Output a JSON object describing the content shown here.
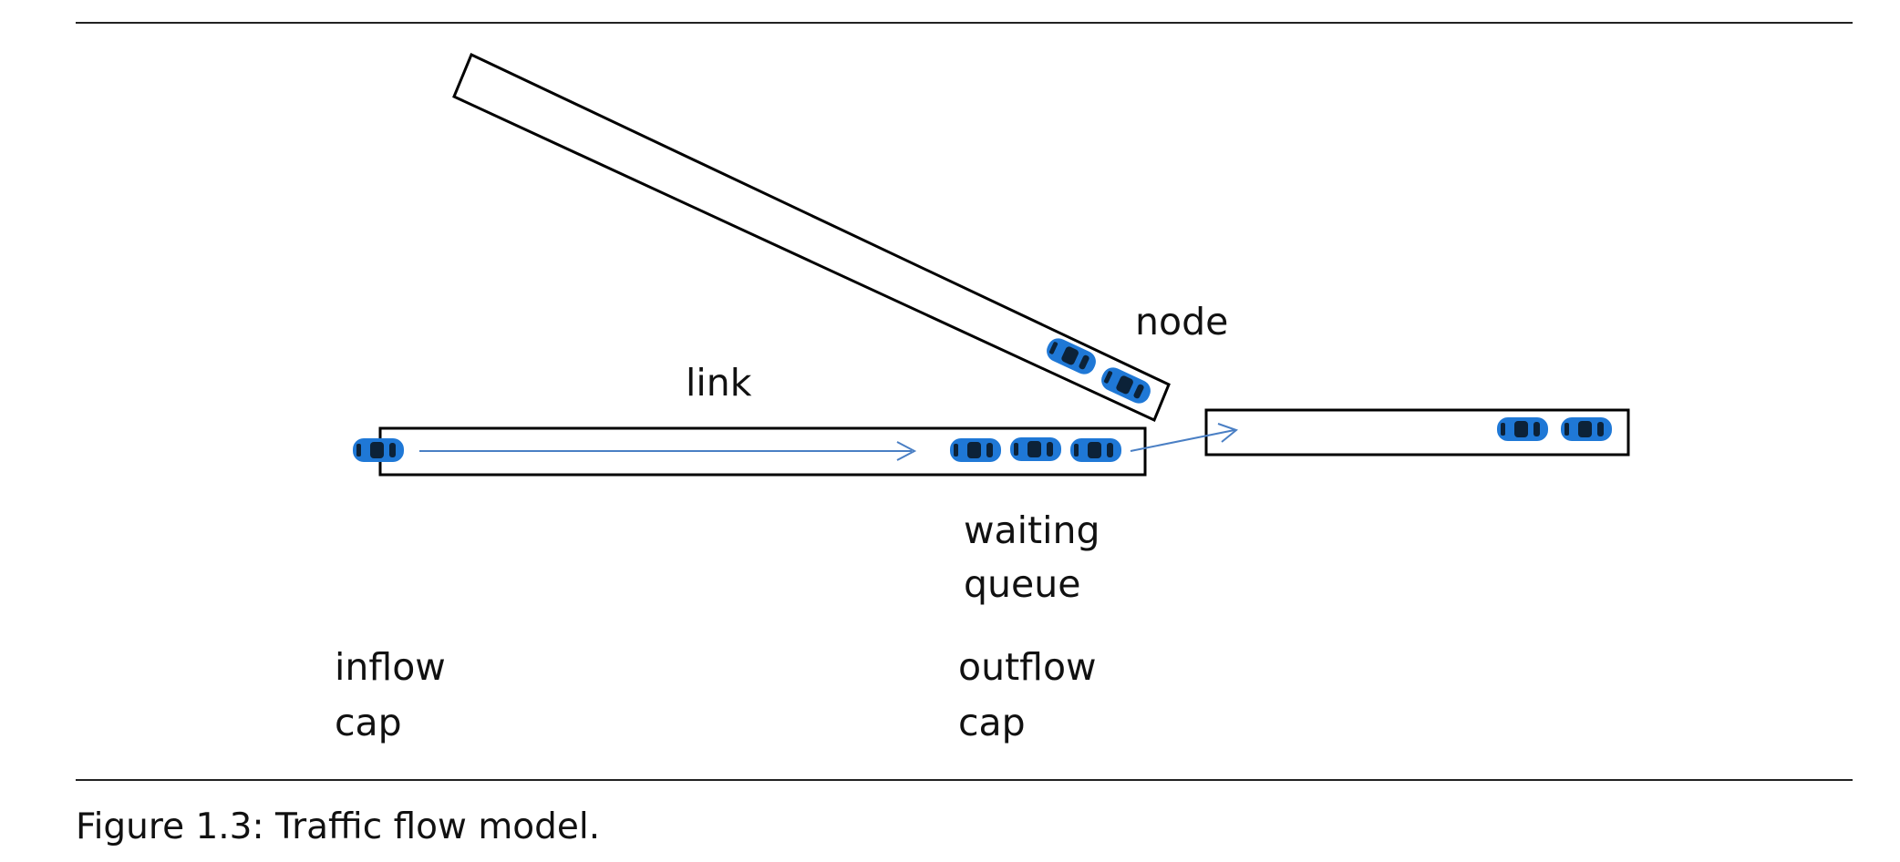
{
  "labels": {
    "node": "node",
    "link": "link",
    "waiting_queue": [
      "waiting",
      "queue"
    ],
    "inflow_cap": [
      "inflow",
      "cap"
    ],
    "outflow_cap": [
      "outflow",
      "cap"
    ]
  },
  "caption": "Figure 1.3: Traffic flow model.",
  "colors": {
    "car_body": "#1f78d6",
    "car_window": "#0c2238",
    "arrow": "#4a7fc4",
    "road_outline": "#000000"
  },
  "icons": {
    "car": "car-icon",
    "arrow": "arrow-icon"
  }
}
